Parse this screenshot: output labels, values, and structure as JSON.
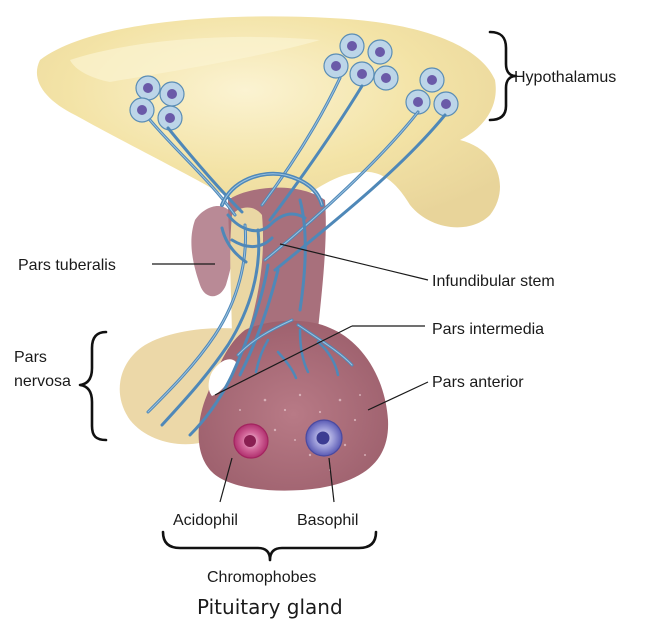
{
  "labels": {
    "hypothalamus": "Hypothalamus",
    "pars_tuberalis": "Pars tuberalis",
    "infundibular_stem": "Infundibular stem",
    "pars_intermedia": "Pars intermedia",
    "pars_nervosa_line1": "Pars",
    "pars_nervosa_line2": "nervosa",
    "pars_anterior": "Pars anterior",
    "acidophil": "Acidophil",
    "basophil": "Basophil",
    "chromophobes": "Chromophobes"
  },
  "caption": "Pituitary gland",
  "colors": {
    "hypothalamus_tissue": "#f3e3a6",
    "tissue_highlight": "#fbf3d2",
    "pars_nervosa": "#ecd8a8",
    "pars_anterior": "#ab6b78",
    "pars_tuberalis": "#b98a96",
    "vessels": "#4f88b8",
    "neuron_body": "#bcd5e8",
    "neuron_nucleus": "#6a5aa8",
    "acidophil": "#c0357a",
    "basophil": "#6c6cc4"
  }
}
